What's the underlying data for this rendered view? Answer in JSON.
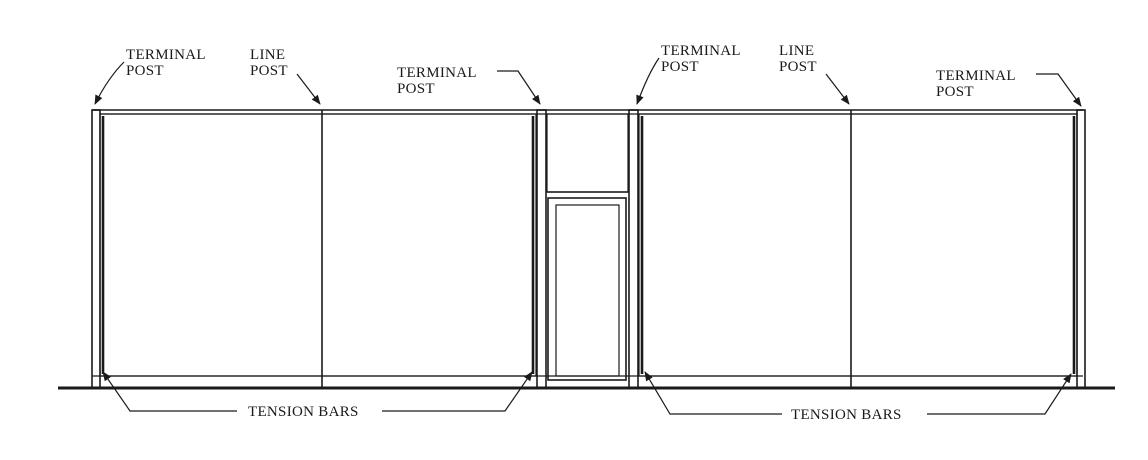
{
  "labels": {
    "terminal_post_1": [
      "TERMINAL",
      "POST"
    ],
    "line_post_1": [
      "LINE",
      "POST"
    ],
    "terminal_post_2": [
      "TERMINAL",
      "POST"
    ],
    "terminal_post_3": [
      "TERMINAL",
      "POST"
    ],
    "line_post_2": [
      "LINE",
      "POST"
    ],
    "terminal_post_4": [
      "TERMINAL",
      "POST"
    ],
    "tension_bars_1": "TENSION BARS",
    "tension_bars_2": "TENSION BARS"
  },
  "colors": {
    "ink": "#1a1a1a",
    "paper": "#ffffff"
  }
}
